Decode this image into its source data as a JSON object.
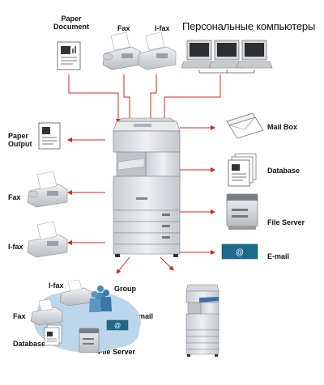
{
  "top": {
    "paper_document": "Paper\nDocument",
    "fax": "Fax",
    "ifax": "I-fax",
    "personal_computers": "Персональные компьютеры"
  },
  "left": {
    "paper_output": "Paper\nOutput",
    "fax": "Fax",
    "ifax": "I-fax"
  },
  "right": {
    "mail_box": "Mail Box",
    "database": "Database",
    "file_server": "File Server",
    "email": "E-mail"
  },
  "network": {
    "ifax": "I-fax",
    "group": "Group",
    "fax": "Fax",
    "email": "E-mail",
    "database": "Database",
    "file_server": "File Server"
  },
  "colors": {
    "arrow": "#d9251d",
    "cloud": "#bcd6ec",
    "machine": "#dfe2e6",
    "email_badge": "#1e6a8c",
    "group_people": "#4a8ab8"
  }
}
